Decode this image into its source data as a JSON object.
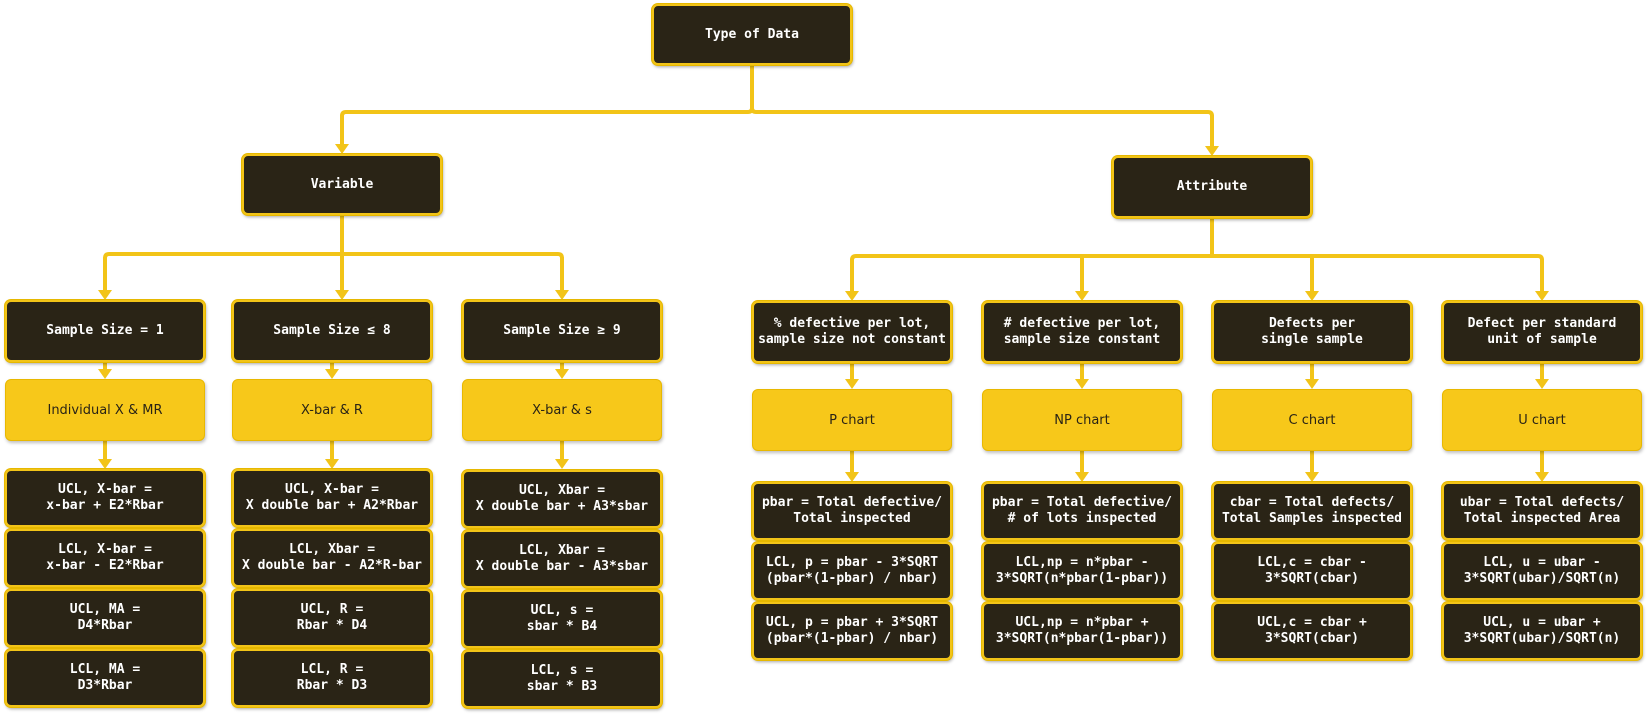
{
  "colors": {
    "accent": "#f2c418",
    "dark": "#2a2416",
    "method": "#f7c81a"
  },
  "root": "Type of Data",
  "categories": {
    "variable": "Variable",
    "attribute": "Attribute"
  },
  "variable": [
    {
      "condition": "Sample Size = 1",
      "method": "Individual X & MR",
      "formulas": [
        "UCL, X-bar =\nx-bar + E2*Rbar",
        "LCL, X-bar =\nx-bar - E2*Rbar",
        "UCL, MA =\nD4*Rbar",
        "LCL, MA =\nD3*Rbar"
      ]
    },
    {
      "condition": "Sample Size ≤ 8",
      "method": "X-bar & R",
      "formulas": [
        "UCL, X-bar =\nX double bar + A2*Rbar",
        "LCL, Xbar =\nX double bar - A2*R-bar",
        "UCL, R =\nRbar * D4",
        "LCL, R =\nRbar * D3"
      ]
    },
    {
      "condition": "Sample Size ≥ 9",
      "method": "X-bar & s",
      "formulas": [
        "UCL, Xbar =\nX double bar + A3*sbar",
        "LCL, Xbar =\nX double bar - A3*sbar",
        "UCL, s =\nsbar * B4",
        "LCL, s =\nsbar * B3"
      ]
    }
  ],
  "attribute": [
    {
      "condition": "% defective per lot,\nsample size not constant",
      "method": "P chart",
      "formulas": [
        "pbar = Total defective/\nTotal inspected",
        "LCL, p = pbar - 3*SQRT\n(pbar*(1-pbar) / nbar)",
        "UCL, p = pbar + 3*SQRT\n(pbar*(1-pbar) / nbar)"
      ]
    },
    {
      "condition": "# defective per lot,\nsample size constant",
      "method": "NP chart",
      "formulas": [
        "pbar = Total defective/\n# of lots inspected",
        "LCL,np = n*pbar -\n3*SQRT(n*pbar(1-pbar))",
        "UCL,np =  n*pbar +\n3*SQRT(n*pbar(1-pbar))"
      ]
    },
    {
      "condition": "Defects per\nsingle sample",
      "method": "C chart",
      "formulas": [
        "cbar = Total defects/\nTotal Samples inspected",
        "LCL,c = cbar -\n3*SQRT(cbar)",
        "UCL,c = cbar +\n3*SQRT(cbar)"
      ]
    },
    {
      "condition": "Defect per standard\nunit of sample",
      "method": "U chart",
      "formulas": [
        "ubar = Total defects/\nTotal inspected Area",
        "LCL, u = ubar -\n3*SQRT(ubar)/SQRT(n)",
        "UCL, u = ubar +\n3*SQRT(ubar)/SQRT(n)"
      ]
    }
  ]
}
